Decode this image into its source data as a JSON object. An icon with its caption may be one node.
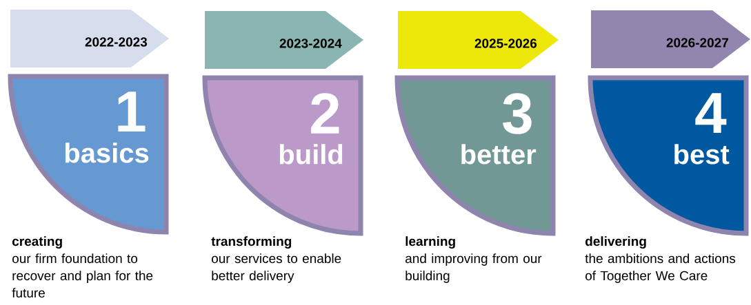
{
  "diagram": {
    "nodes": [
      {
        "text": [
          "2022-2023"
        ]
      },
      {
        "text": [
          "1",
          "basics"
        ],
        "beside": [
          "creating",
          "our firm foundation to recover and plan for the future"
        ]
      },
      {
        "text": [
          "2023-2024"
        ]
      },
      {
        "text": [
          "2",
          "build"
        ],
        "beside": [
          "transforming",
          "our services to enable better delivery"
        ]
      },
      {
        "text": [
          "2025-2026"
        ]
      },
      {
        "text": [
          "3",
          "better"
        ],
        "beside": [
          "learning",
          "and improving from our building"
        ]
      },
      {
        "text": [
          "2026-2027"
        ]
      },
      {
        "text": [
          "4",
          "best"
        ],
        "beside": [
          "delivering",
          "the ambitions and actions of Together We Care"
        ]
      }
    ]
  }
}
